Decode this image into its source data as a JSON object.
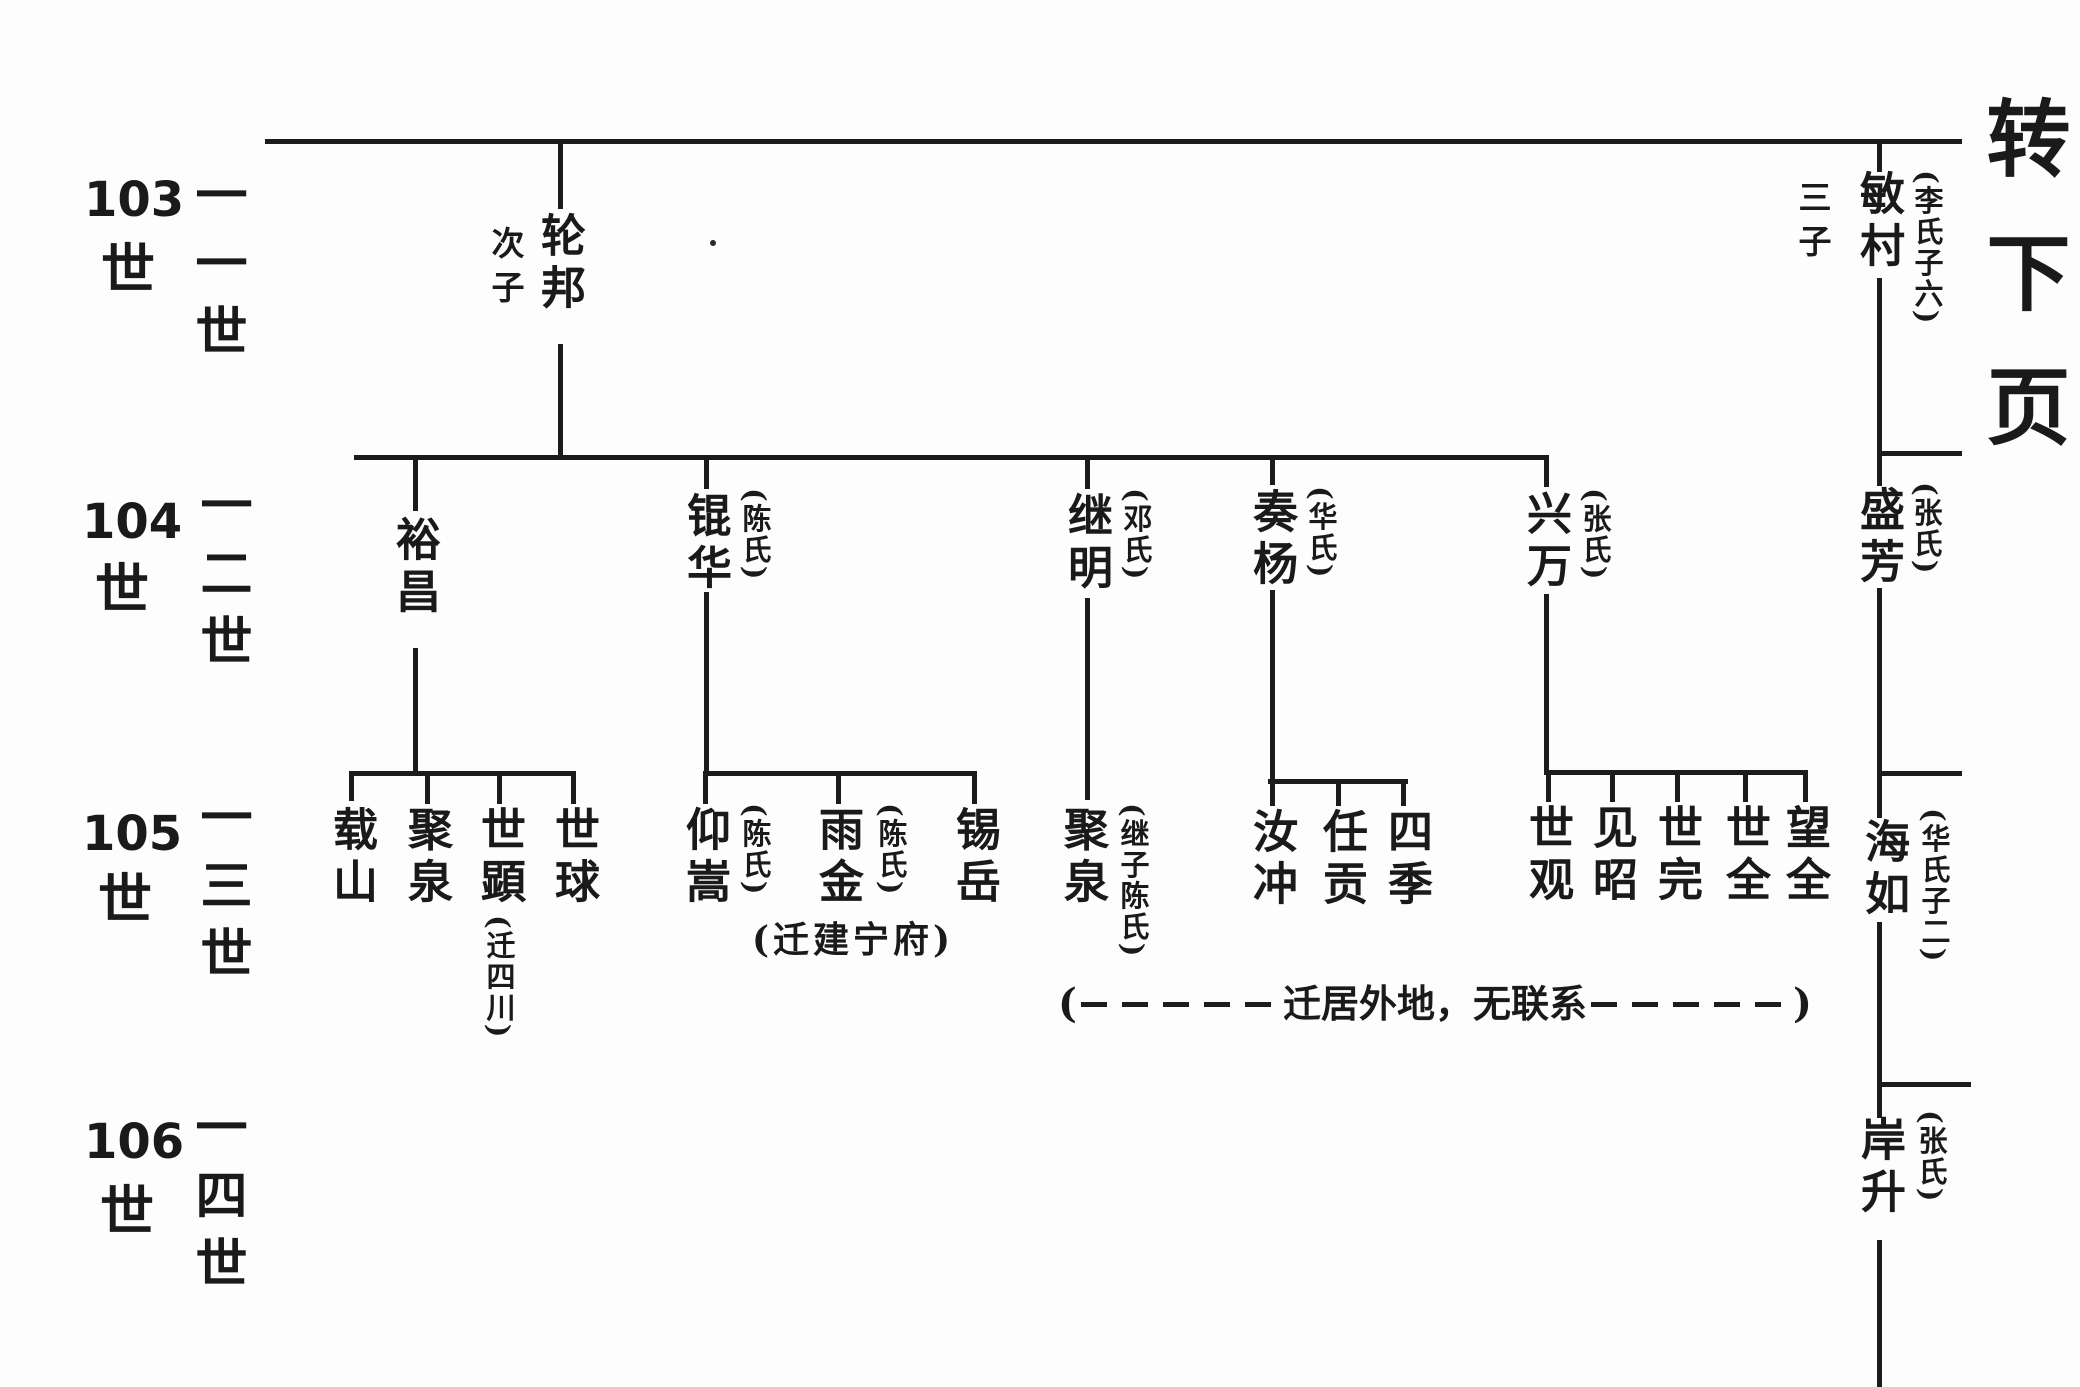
{
  "page": {
    "continuation_label": "转下页",
    "background": "#fdfdfd",
    "ink": "#1a1a1a"
  },
  "generations": [
    {
      "number": "103",
      "suffix": "世",
      "column_label": "一一世"
    },
    {
      "number": "104",
      "suffix": "世",
      "column_label": "一二世"
    },
    {
      "number": "105",
      "suffix": "世",
      "column_label": "一三世"
    },
    {
      "number": "106",
      "suffix": "世",
      "column_label": "一四世"
    }
  ],
  "people": {
    "lunbang": {
      "name": "轮邦",
      "note": "次子"
    },
    "mincun": {
      "name": "敏村",
      "spouse": "(李氏子六)",
      "note": "三子"
    },
    "yuchang": {
      "name": "裕昌"
    },
    "kunhua": {
      "name": "锟华",
      "spouse": "(陈氏)"
    },
    "jiming": {
      "name": "继明",
      "spouse": "(邓氏)"
    },
    "zouyang": {
      "name": "奏杨",
      "spouse": "(华氏)"
    },
    "xingwan": {
      "name": "兴万",
      "spouse": "(张氏)"
    },
    "shengfang": {
      "name": "盛芳",
      "spouse": "(张氏)"
    },
    "zaishan": {
      "name": "载山"
    },
    "juquan1": {
      "name": "聚泉"
    },
    "shixian": {
      "name": "世顕",
      "migration": "(迁四川)"
    },
    "shiqiu": {
      "name": "世球"
    },
    "yangsong": {
      "name": "仰嵩",
      "spouse": "(陈氏)"
    },
    "yujin": {
      "name": "雨金",
      "spouse": "(陈氏)"
    },
    "xiyue": {
      "name": "锡岳"
    },
    "juquan2": {
      "name": "聚泉",
      "spouse": "(继子陈氏)"
    },
    "ruchong": {
      "name": "汝冲"
    },
    "rengong": {
      "name": "任贡"
    },
    "siji": {
      "name": "四季"
    },
    "shiguan": {
      "name": "世观"
    },
    "jianzhao": {
      "name": "见昭"
    },
    "shiwan": {
      "name": "世完"
    },
    "shiquan": {
      "name": "世全"
    },
    "wangquan": {
      "name": "望全"
    },
    "hairu": {
      "name": "海如",
      "spouse": "(华氏子二)"
    },
    "ansheng": {
      "name": "岸升",
      "spouse": "(张氏)"
    }
  },
  "notes": {
    "jianning": "(迁建宁府)",
    "relocated": {
      "open": "(",
      "label": "迁居外地，无联系",
      "close": ")"
    }
  }
}
